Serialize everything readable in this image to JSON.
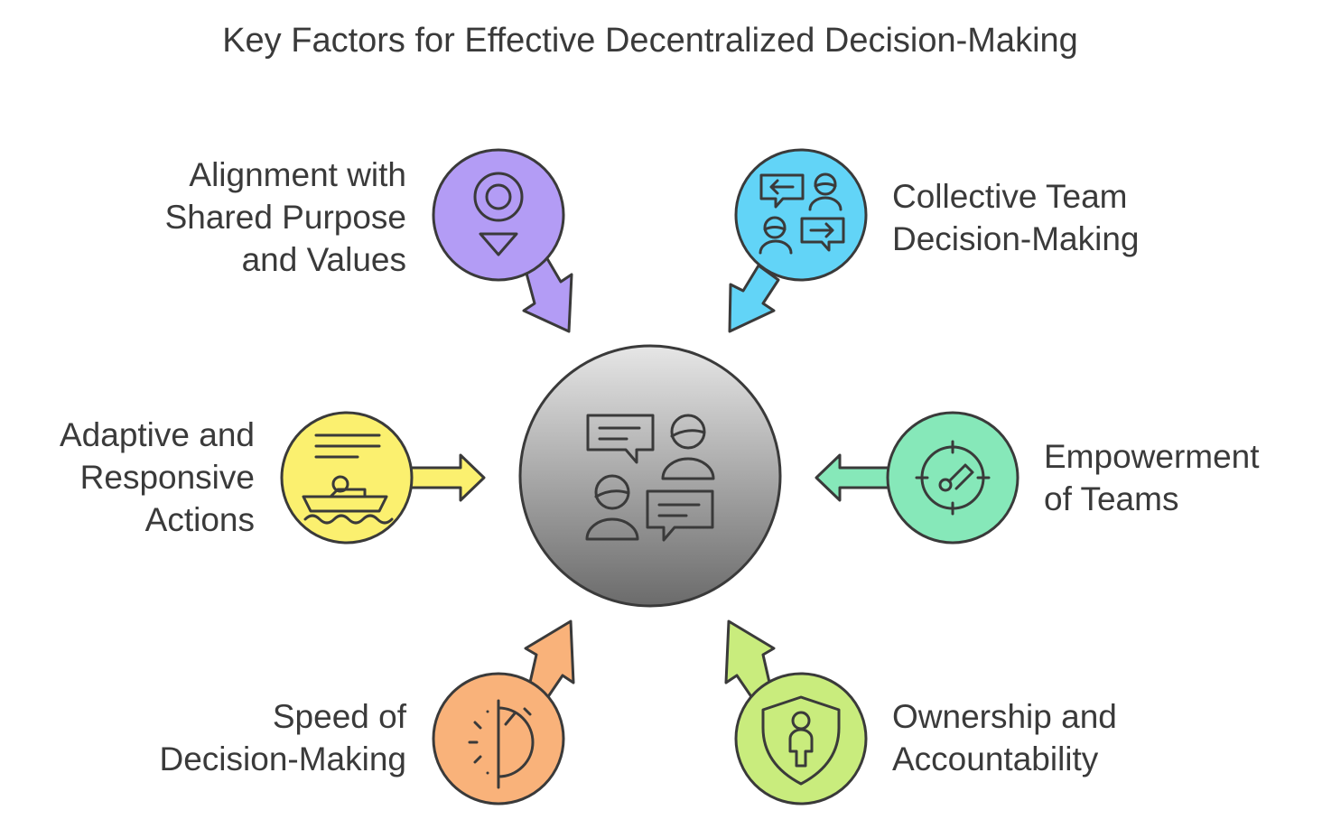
{
  "title": "Key Factors for Effective Decentralized Decision-Making",
  "center": {
    "icon": "team-discussion-icon"
  },
  "factors": [
    {
      "id": "alignment",
      "lines": [
        "Alignment with",
        "Shared Purpose",
        "and Values"
      ],
      "color": "#b39cf5",
      "icon": "location-target-icon"
    },
    {
      "id": "collective",
      "lines": [
        "Collective Team",
        "Decision-Making"
      ],
      "color": "#62d4f7",
      "icon": "exchange-conversation-icon"
    },
    {
      "id": "adaptive",
      "lines": [
        "Adaptive and",
        "Responsive",
        "Actions"
      ],
      "color": "#fbf06f",
      "icon": "boat-on-water-icon"
    },
    {
      "id": "empowerment",
      "lines": [
        "Empowerment",
        "of Teams"
      ],
      "color": "#86e8b9",
      "icon": "crosshair-target-icon"
    },
    {
      "id": "speed",
      "lines": [
        "Speed of",
        "Decision-Making"
      ],
      "color": "#f9b27a",
      "icon": "stopwatch-icon"
    },
    {
      "id": "ownership",
      "lines": [
        "Ownership and",
        "Accountability"
      ],
      "color": "#c9ec7d",
      "icon": "shield-person-icon"
    }
  ]
}
